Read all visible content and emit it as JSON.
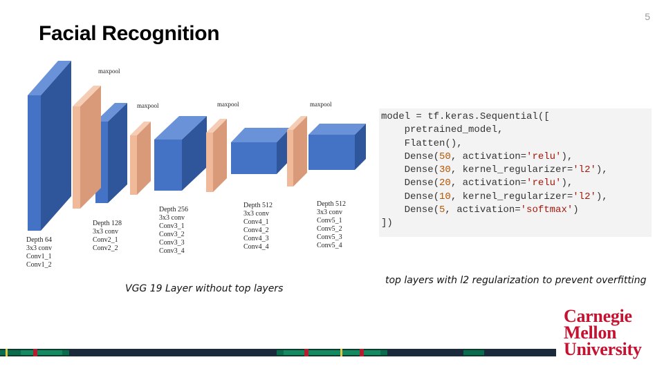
{
  "slide": {
    "page_number": "5",
    "title": "Facial Recognition"
  },
  "diagram": {
    "caption": "VGG 19 Layer without top layers",
    "pool_label": "maxpool",
    "blocks": [
      {
        "depth": "Depth 64",
        "layers": [
          "3x3 conv",
          "Conv1_1",
          "Conv1_2"
        ]
      },
      {
        "depth": "Depth 128",
        "layers": [
          "3x3 conv",
          "Conv2_1",
          "Conv2_2"
        ]
      },
      {
        "depth": "Depth 256",
        "layers": [
          "3x3 conv",
          "Conv3_1",
          "Conv3_2",
          "Conv3_3",
          "Conv3_4"
        ]
      },
      {
        "depth": "Depth 512",
        "layers": [
          "3x3 conv",
          "Conv4_1",
          "Conv4_2",
          "Conv4_3",
          "Conv4_4"
        ]
      },
      {
        "depth": "Depth 512",
        "layers": [
          "3x3 conv",
          "Conv5_1",
          "Conv5_2",
          "Conv5_3",
          "Conv5_4"
        ]
      }
    ],
    "colors": {
      "conv_front": "#4472c4",
      "conv_side": "#2f559a",
      "conv_top": "#6a92d8",
      "pool_front": "#f0b999",
      "pool_side": "#d89a78"
    }
  },
  "code": {
    "caption": "top layers with l2 regularization to prevent overfitting",
    "lines": [
      "model = tf.keras.Sequential([",
      "    pretrained_model,",
      "    Flatten(),",
      "    Dense(50, activation='relu'),",
      "    Dense(30, kernel_regularizer='l2'),",
      "    Dense(20, activation='relu'),",
      "    Dense(10, kernel_regularizer='l2'),",
      "    Dense(5, activation='softmax')",
      "])"
    ]
  },
  "logo": {
    "lines": [
      "Carnegie",
      "Mellon",
      "University"
    ],
    "color": "#c41230"
  }
}
